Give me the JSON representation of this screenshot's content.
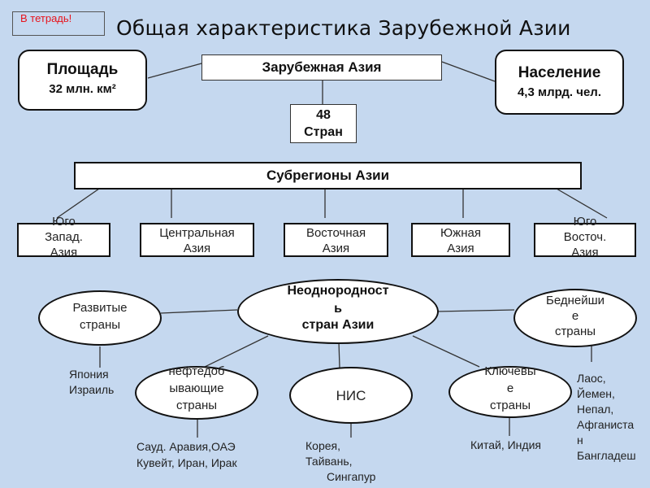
{
  "note": {
    "text": "В тетрадь!",
    "color": "#e8131b"
  },
  "title": "Общая характеристика Зарубежной Азии",
  "top": {
    "center": "Зарубежная Азия",
    "area": {
      "label": "Площадь",
      "value": "32 млн. км²"
    },
    "population": {
      "label": "Население",
      "value": "4,3 млрд. чел."
    },
    "countries": {
      "number": "48",
      "label": "Стран"
    }
  },
  "subregions": {
    "header": "Субрегионы Азии",
    "items": [
      {
        "line1": "Юго",
        "line2": "Запад.",
        "line3": "Азия"
      },
      {
        "line1": "Центральная",
        "line2": "Азия"
      },
      {
        "line1": "Восточная",
        "line2": "Азия"
      },
      {
        "line1": "Южная",
        "line2": "Азия"
      },
      {
        "line1": "Юго",
        "line2": "Восточ.",
        "line3": "Азия"
      }
    ]
  },
  "heterogeneity": {
    "center": {
      "line1": "Неоднородност",
      "line2": "ь",
      "line3": "стран Азии"
    },
    "groups": {
      "developed": {
        "line1": "Развитые",
        "line2": "страны",
        "examples": [
          "Япония",
          "Израиль"
        ]
      },
      "oil": {
        "line1": "нефтедоб",
        "line2": "ывающие",
        "line3": "страны",
        "examples": [
          "Сауд. Аравия,ОАЭ",
          "Кувейт, Иран, Ирак"
        ]
      },
      "nis": {
        "label": "НИС",
        "examples": [
          "Корея,",
          "Тайвань,",
          "Сингапур"
        ]
      },
      "key": {
        "line1": "Ключевы",
        "line2": "е",
        "line3": "страны",
        "examples": [
          "Китай, Индия"
        ]
      },
      "poorest": {
        "line1": "Беднейши",
        "line2": "е",
        "line3": "страны",
        "examples": [
          "Лаос,",
          "Йемен,",
          "Непал,",
          "Афганиста",
          "н",
          "Бангладеш"
        ]
      }
    }
  },
  "colors": {
    "background": "#c5d8ef",
    "box": "#ffffff",
    "border": "#111111"
  }
}
